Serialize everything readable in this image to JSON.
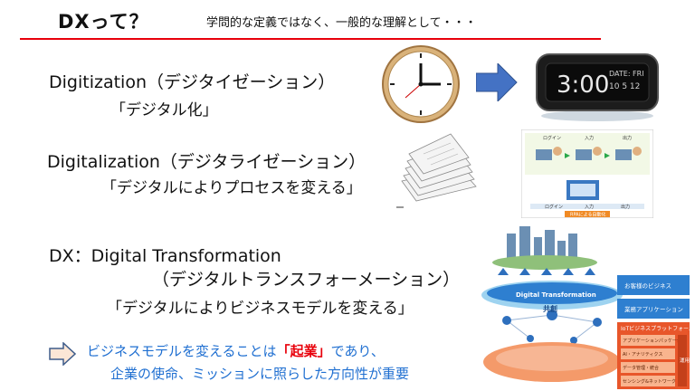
{
  "header": {
    "title": "DXって？",
    "subtitle": "学問的な定義ではなく、一般的な理解として・・・"
  },
  "sections": [
    {
      "term": "Digitization（デジタイゼーション）",
      "desc": "「デジタル化」"
    },
    {
      "term": "Digitalization（デジタライゼーション）",
      "desc": "「デジタルによりプロセスを変える」"
    },
    {
      "term": "DX：Digital Transformation",
      "term_sub": "（デジタルトランスフォーメーション）",
      "desc": "「デジタルによりビジネスモデルを変える」"
    }
  ],
  "clock": {
    "display": "3:00",
    "date_label": "DATE: FRI",
    "date_value": "10 5 12"
  },
  "workflow": {
    "top_labels": [
      "ログイン",
      "入力",
      "出力"
    ],
    "bottom_labels": [
      "ログイン",
      "入力",
      "出力"
    ],
    "caption": "RPAによる自動化"
  },
  "dx_diagram": {
    "ring_label": "Digital Transformation",
    "center_label": "共創",
    "boxes": [
      "お客様のビジネス",
      "業務アプリケーション",
      "IoTビジネスプラットフォーム"
    ],
    "platform_items": [
      "アプリケーションパッケージ",
      "AI・アナリティクス",
      "データ管理・統合",
      "センシング&ネットワーク"
    ],
    "side_label": "運用"
  },
  "bottom_note": {
    "line1_prefix": "ビジネスモデルを変えることは",
    "line1_highlight": "「起業」",
    "line1_suffix": "であり、",
    "line2": "企業の使命、ミッションに照らした方向性が重要"
  },
  "colors": {
    "accent_red": "#e8000b",
    "note_blue": "#1f6fd1",
    "arrow_blue": "#4472c4"
  }
}
